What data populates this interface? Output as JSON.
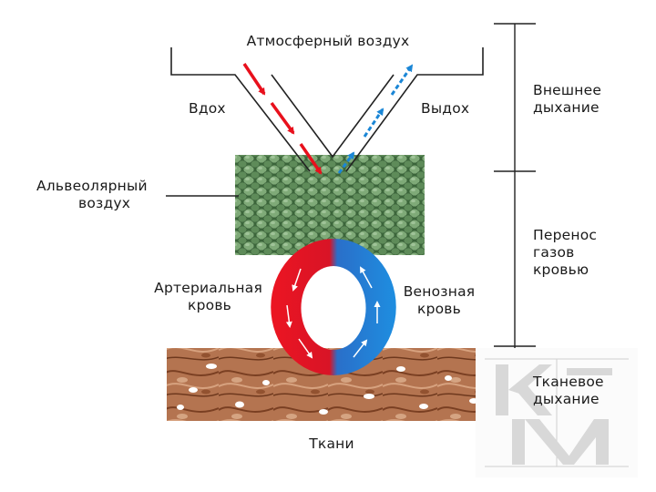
{
  "labels": {
    "atmospheric_air": "Атмосферный воздух",
    "inhale": "Вдох",
    "exhale": "Выдох",
    "alveolar_air_line1": "Альвеолярный",
    "alveolar_air_line2": "воздух",
    "arterial_blood_line1": "Артериальная",
    "arterial_blood_line2": "кровь",
    "venous_blood_line1": "Венозная",
    "venous_blood_line2": "кровь",
    "tissues": "Ткани"
  },
  "stages": [
    {
      "line1": "Внешнее",
      "line2": "дыхание",
      "line3": ""
    },
    {
      "line1": "Перенос",
      "line2": "газов",
      "line3": "кровью"
    },
    {
      "line1": "Тканевое",
      "line2": "дыхание",
      "line3": ""
    }
  ],
  "colors": {
    "arterial": "#e8101c",
    "venous": "#1a86d6",
    "alveoli": "#5c8a58",
    "tissue": "#b5704a",
    "line": "#222222"
  },
  "watermark": {
    "icon": "km-logo-watermark"
  }
}
